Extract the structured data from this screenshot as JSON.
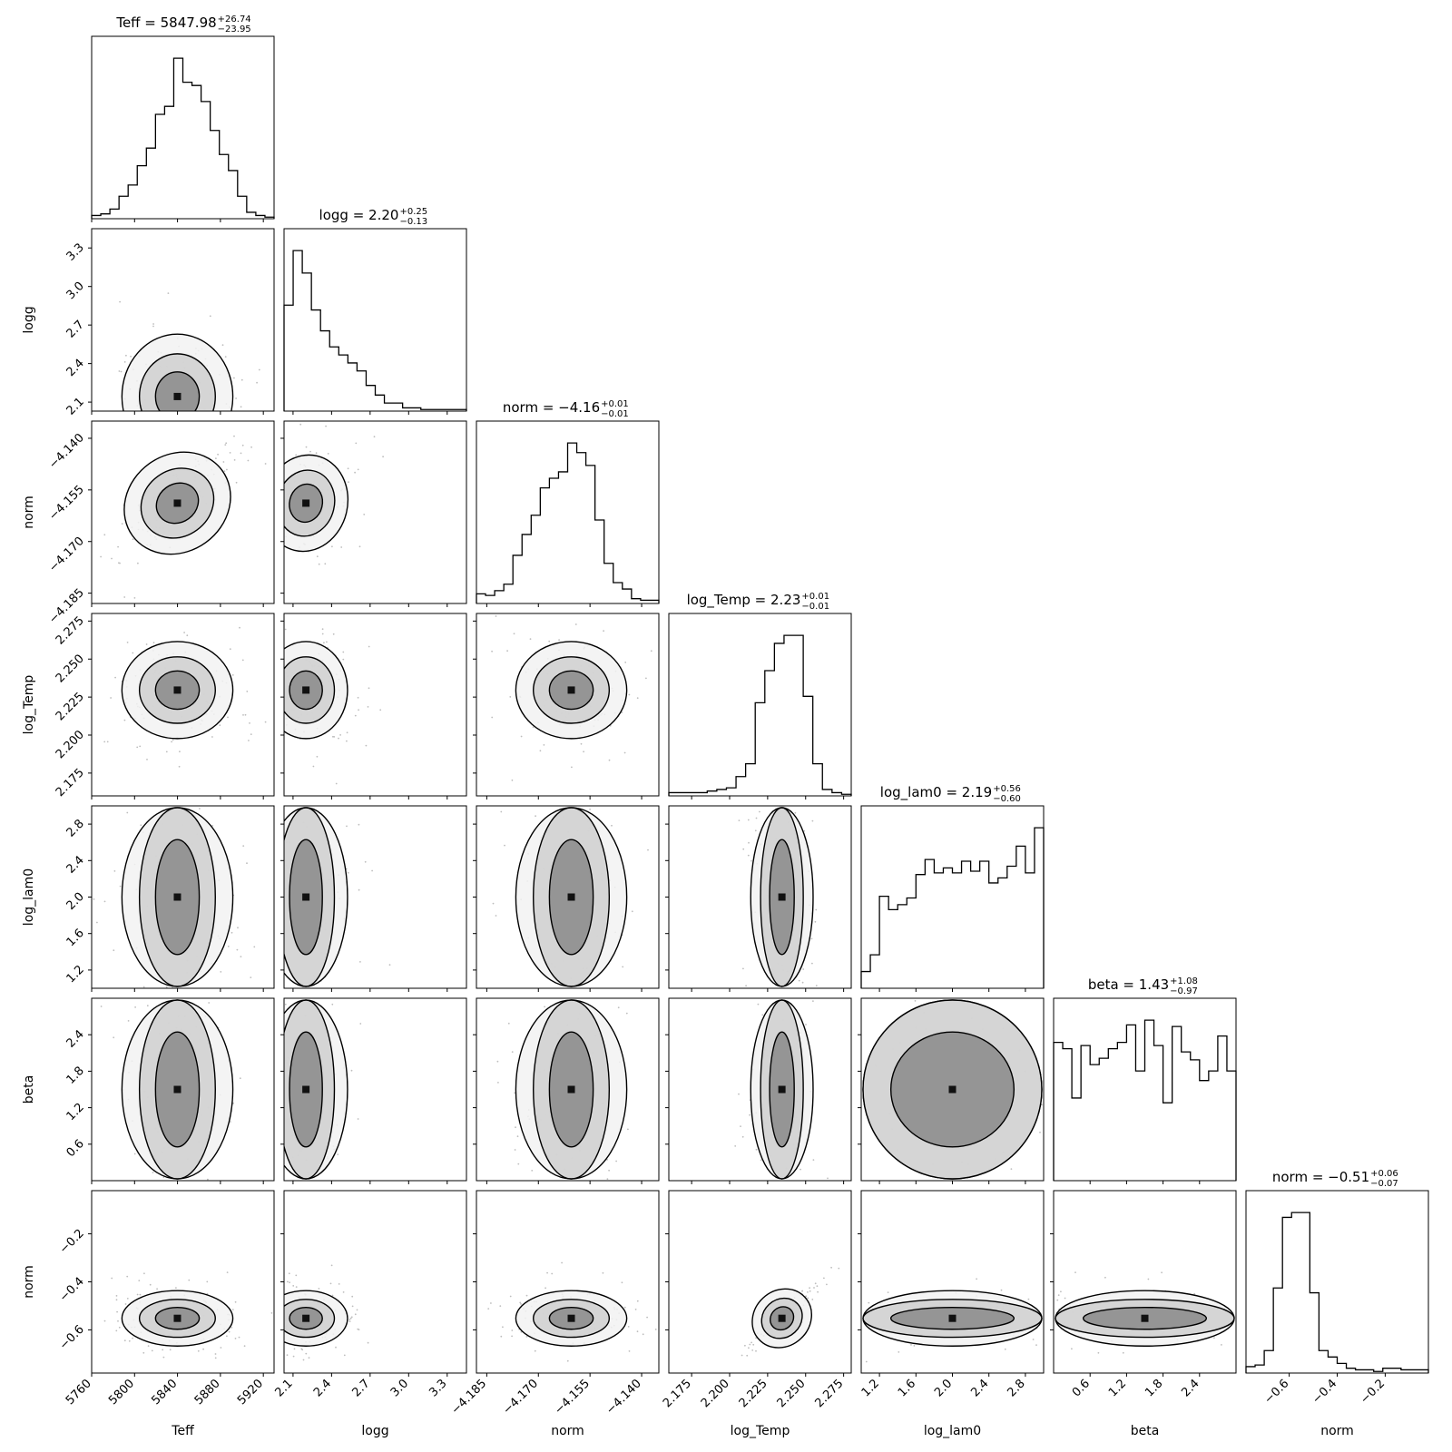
{
  "chart_data": {
    "type": "corner",
    "grid": false,
    "parameters": [
      {
        "name": "Teff",
        "label": "Teff",
        "range": [
          5760,
          5930
        ],
        "ticks": [
          5760,
          5800,
          5840,
          5880,
          5920
        ],
        "tick_labels": [
          "5760",
          "5800",
          "5840",
          "5880",
          "5920"
        ],
        "title": {
          "prefix": "Teff = ",
          "value": "5847.98",
          "plus": "+26.74",
          "minus": "−23.95"
        }
      },
      {
        "name": "logg",
        "label": "logg",
        "range": [
          2.03,
          3.45
        ],
        "ticks": [
          2.1,
          2.4,
          2.7,
          3.0,
          3.3
        ],
        "tick_labels": [
          "2.1",
          "2.4",
          "2.7",
          "3.0",
          "3.3"
        ],
        "title": {
          "prefix": "logg = ",
          "value": "2.20",
          "plus": "+0.25",
          "minus": "−0.13"
        }
      },
      {
        "name": "norm",
        "label": "norm",
        "range": [
          -4.188,
          -4.135
        ],
        "ticks": [
          -4.185,
          -4.17,
          -4.155,
          -4.14
        ],
        "tick_labels": [
          "−4.185",
          "−4.170",
          "−4.155",
          "−4.140"
        ],
        "title": {
          "prefix": "norm = ",
          "value": "−4.16",
          "plus": "+0.01",
          "minus": "−0.01"
        }
      },
      {
        "name": "log_Temp",
        "label": "log_Temp",
        "range": [
          2.16,
          2.28
        ],
        "ticks": [
          2.175,
          2.2,
          2.225,
          2.25,
          2.275
        ],
        "tick_labels": [
          "2.175",
          "2.200",
          "2.225",
          "2.250",
          "2.275"
        ],
        "title": {
          "prefix": "log_Temp = ",
          "value": "2.23",
          "plus": "+0.01",
          "minus": "−0.01"
        }
      },
      {
        "name": "log_lam0",
        "label": "log_lam0",
        "range": [
          1.0,
          3.0
        ],
        "ticks": [
          1.2,
          1.6,
          2.0,
          2.4,
          2.8
        ],
        "tick_labels": [
          "1.2",
          "1.6",
          "2.0",
          "2.4",
          "2.8"
        ],
        "title": {
          "prefix": "log_lam0 = ",
          "value": "2.19",
          "plus": "+0.56",
          "minus": "−0.60"
        }
      },
      {
        "name": "beta",
        "label": "beta",
        "range": [
          0.0,
          3.0
        ],
        "ticks": [
          0.6,
          1.2,
          1.8,
          2.4
        ],
        "tick_labels": [
          "0.6",
          "1.2",
          "1.8",
          "2.4"
        ],
        "title": {
          "prefix": "beta = ",
          "value": "1.43",
          "plus": "+1.08",
          "minus": "−0.97"
        }
      },
      {
        "name": "norm",
        "label": "norm",
        "range": [
          -0.78,
          -0.02
        ],
        "ticks": [
          -0.6,
          -0.4,
          -0.2
        ],
        "tick_labels": [
          "−0.6",
          "−0.4",
          "−0.2"
        ],
        "title": {
          "prefix": "norm = ",
          "value": "−0.51",
          "plus": "+0.06",
          "minus": "−0.07"
        }
      }
    ],
    "histograms": [
      [
        0.02,
        0.03,
        0.06,
        0.14,
        0.21,
        0.33,
        0.44,
        0.65,
        0.7,
        1.0,
        0.85,
        0.83,
        0.73,
        0.55,
        0.4,
        0.3,
        0.14,
        0.04,
        0.02,
        0.01
      ],
      [
        0.66,
        1.0,
        0.86,
        0.63,
        0.5,
        0.4,
        0.35,
        0.3,
        0.25,
        0.16,
        0.1,
        0.05,
        0.05,
        0.02,
        0.02,
        0.01,
        0.01,
        0.01,
        0.01,
        0.01
      ],
      [
        0.06,
        0.05,
        0.08,
        0.12,
        0.3,
        0.43,
        0.55,
        0.72,
        0.78,
        0.82,
        1.0,
        0.94,
        0.86,
        0.52,
        0.25,
        0.13,
        0.09,
        0.03,
        0.02,
        0.02
      ],
      [
        0.02,
        0.02,
        0.02,
        0.02,
        0.03,
        0.04,
        0.05,
        0.12,
        0.2,
        0.58,
        0.78,
        0.95,
        1.0,
        1.0,
        0.62,
        0.2,
        0.04,
        0.02,
        0.01
      ],
      [
        0.1,
        0.2,
        0.55,
        0.47,
        0.5,
        0.54,
        0.68,
        0.77,
        0.69,
        0.72,
        0.69,
        0.76,
        0.7,
        0.76,
        0.63,
        0.66,
        0.73,
        0.85,
        0.69,
        0.96
      ],
      [
        0.87,
        0.83,
        0.52,
        0.85,
        0.73,
        0.77,
        0.83,
        0.87,
        0.98,
        0.69,
        1.01,
        0.85,
        0.49,
        0.97,
        0.81,
        0.76,
        0.63,
        0.69,
        0.91,
        0.69
      ],
      [
        0.04,
        0.05,
        0.14,
        0.53,
        0.97,
        1.0,
        1.0,
        0.5,
        0.14,
        0.1,
        0.06,
        0.03,
        0.02,
        0.02,
        0.01,
        0.03,
        0.03,
        0.02,
        0.02,
        0.02
      ]
    ],
    "correlation_matrix": [
      [
        1,
        0,
        -0.8,
        0,
        0,
        0,
        0
      ],
      [
        0,
        1,
        0.3,
        0,
        0,
        0,
        0
      ],
      [
        -0.8,
        0.3,
        1,
        0,
        0,
        0,
        0
      ],
      [
        0,
        0,
        0,
        1,
        0,
        0,
        -0.95
      ],
      [
        0,
        0,
        0,
        0,
        1,
        0,
        0
      ],
      [
        0,
        0,
        0,
        0,
        0,
        1,
        0
      ],
      [
        0,
        0,
        0,
        -0.95,
        0,
        0,
        1
      ]
    ]
  }
}
